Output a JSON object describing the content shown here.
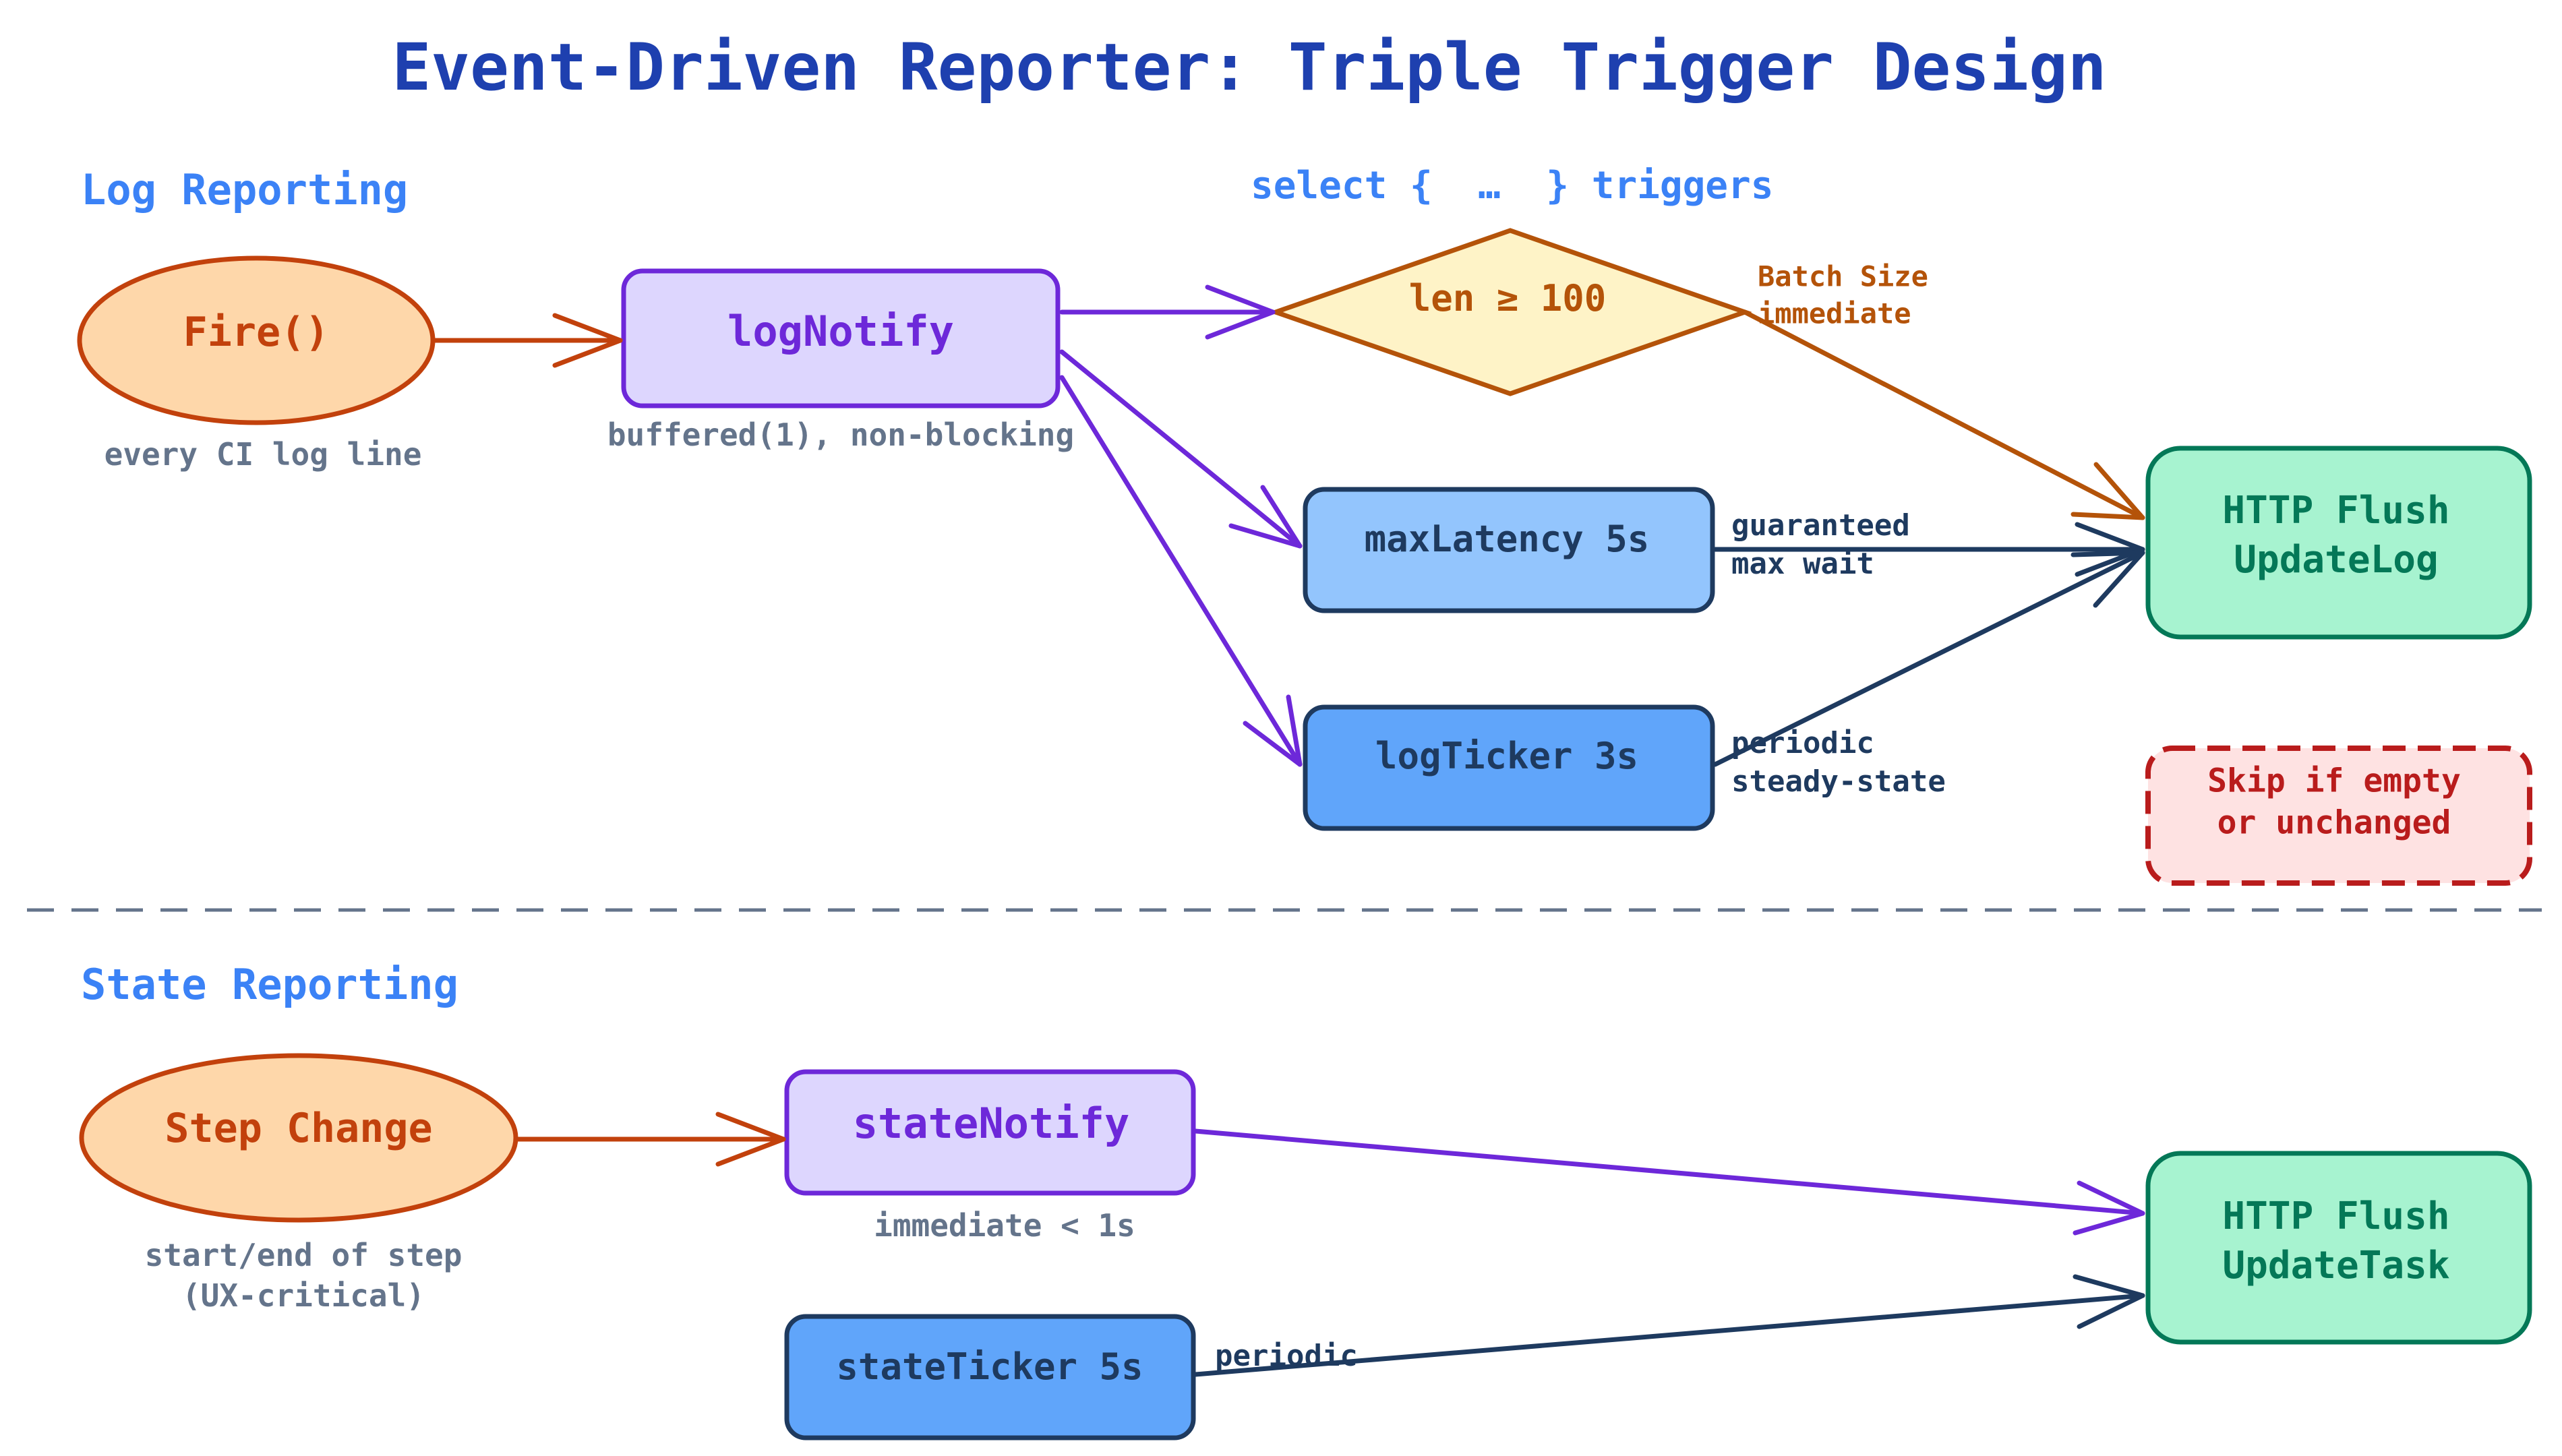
{
  "title": "Event-Driven Reporter: Triple Trigger Design",
  "sections": {
    "log": "Log Reporting",
    "state": "State Reporting"
  },
  "select_header": "select {  …  } triggers",
  "log_flow": {
    "fire": "Fire()",
    "fire_note": "every CI log line",
    "log_notify": "logNotify",
    "log_notify_note": "buffered(1), non-blocking",
    "batch_condition": "len ≥ 100",
    "batch_note": "Batch Size\nimmediate",
    "max_latency": "maxLatency 5s",
    "max_latency_note": "guaranteed\nmax wait",
    "log_ticker": "logTicker 3s",
    "log_ticker_note": "periodic\nsteady-state",
    "http_flush_log": "HTTP Flush\nUpdateLog",
    "skip_note": "Skip if empty\nor unchanged"
  },
  "state_flow": {
    "step_change": "Step Change",
    "step_change_note": "start/end of step\n(UX-critical)",
    "state_notify": "stateNotify",
    "state_notify_note": "immediate < 1s",
    "state_ticker": "stateTicker 5s",
    "state_ticker_note": "periodic",
    "http_flush_task": "HTTP Flush\nUpdateTask"
  },
  "colors": {
    "orange_fill": "#fed7aa",
    "orange_stroke": "#c2410c",
    "purple_fill": "#ddd6fe",
    "purple_stroke": "#6d28d9",
    "yellow_fill": "#fef3c7",
    "amber_stroke": "#b45309",
    "lightblue_fill": "#93c5fd",
    "blue_fill": "#60a5fa",
    "navy_stroke": "#1e3a5f",
    "green_fill": "#a7f3d0",
    "green_stroke": "#047857",
    "red_fill": "#fee2e2",
    "red_stroke": "#b91c1c",
    "divider": "#64748b"
  }
}
